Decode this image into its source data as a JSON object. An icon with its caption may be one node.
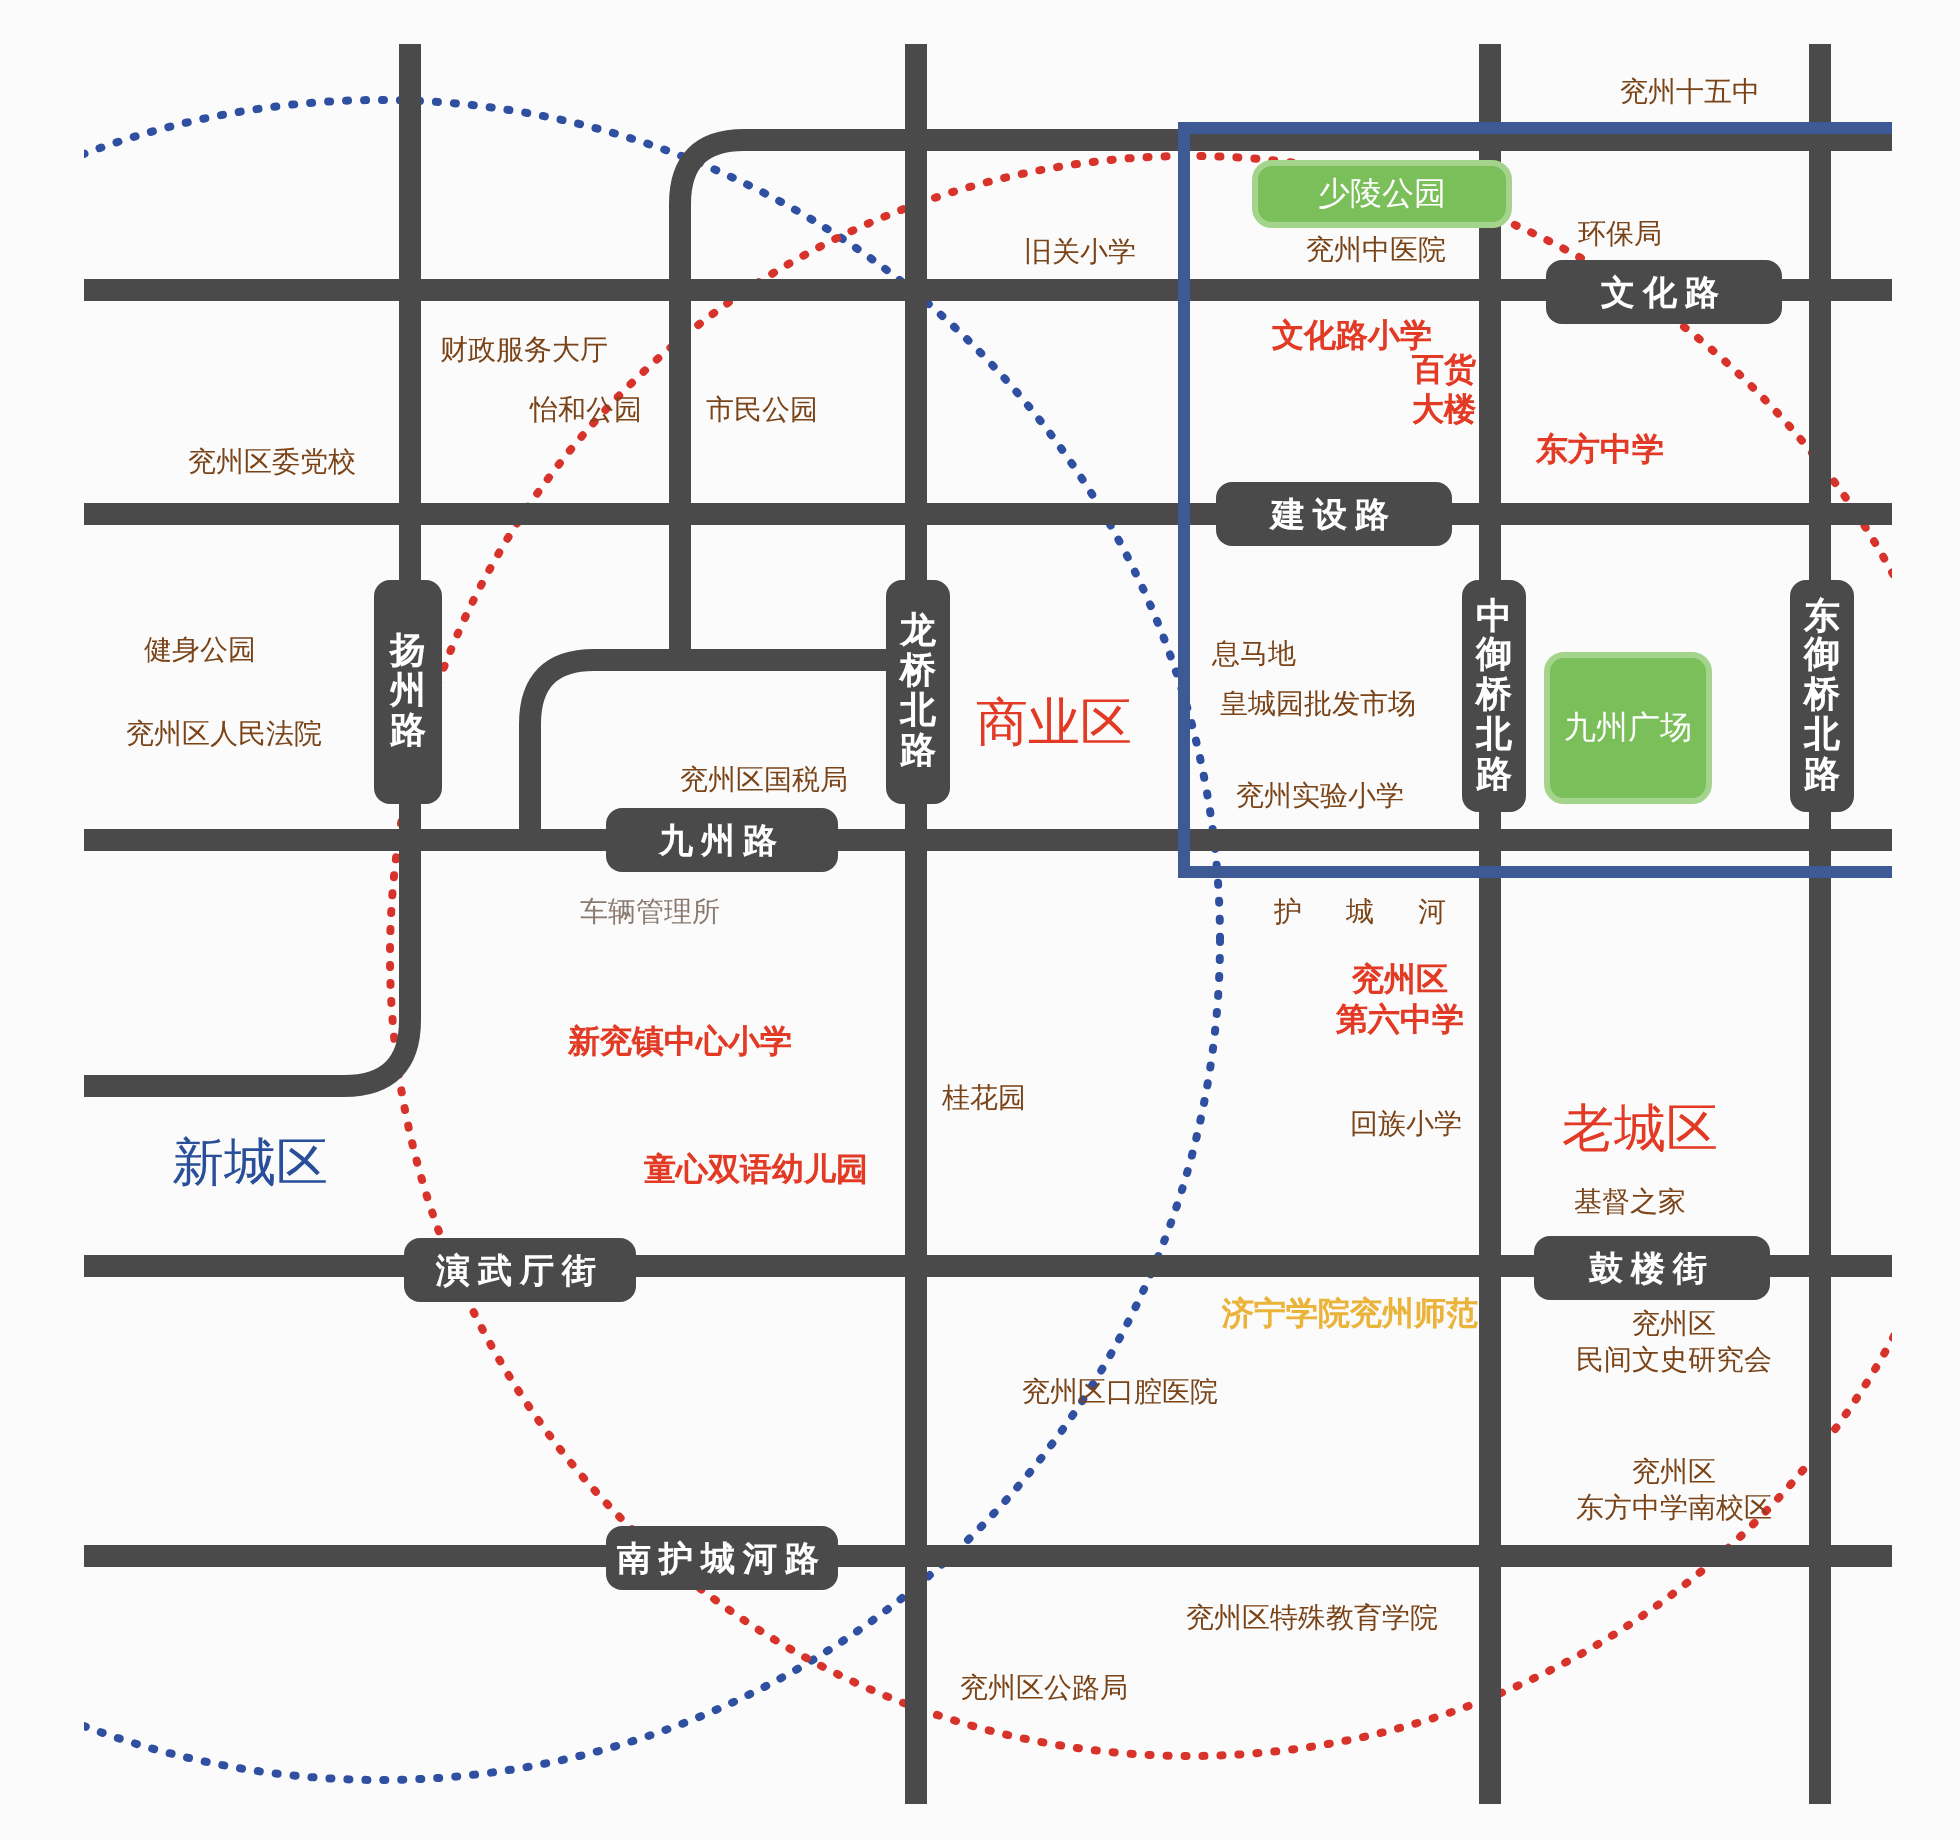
{
  "diagram": {
    "nodes": [
      {
        "text": [
          "少陵公园"
        ]
      },
      {
        "text": [
          "文化路"
        ]
      },
      {
        "text": [
          "建设路"
        ]
      },
      {
        "text": [
          "扬州路"
        ]
      },
      {
        "text": [
          "龙桥北路"
        ]
      },
      {
        "text": [
          "中御桥北路"
        ]
      },
      {
        "text": [
          "东御桥北路"
        ]
      },
      {
        "text": [
          "九州广场"
        ]
      },
      {
        "text": [
          "九州路"
        ]
      },
      {
        "text": [
          "演武厅街"
        ]
      },
      {
        "text": [
          "鼓楼街"
        ]
      },
      {
        "text": [
          "南护城河路"
        ]
      }
    ],
    "labels": [
      "兖州十五中",
      "旧关小学",
      "兖州中医院",
      "环保局",
      "文化路小学",
      "财政服务大厅",
      "怡和公园",
      "市民公园",
      "百货大楼",
      "兖州区委党校",
      "东方中学",
      "健身公园",
      "息马地",
      "商业区",
      "皇城园批发市场",
      "兖州区人民法院",
      "兖州区国税局",
      "兖州实验小学",
      "车辆管理所",
      "护城河",
      "兖州区第六中学",
      "新兖镇中心小学",
      "桂花园",
      "回族小学",
      "老城区",
      "新城区",
      "童心双语幼儿园",
      "基督之家",
      "济宁学院兖州师范",
      "兖州区民间文史研究会",
      "兖州区口腔医院",
      "兖州区东方中学南校区",
      "兖州区特殊教育学院",
      "兖州区公路局"
    ]
  }
}
